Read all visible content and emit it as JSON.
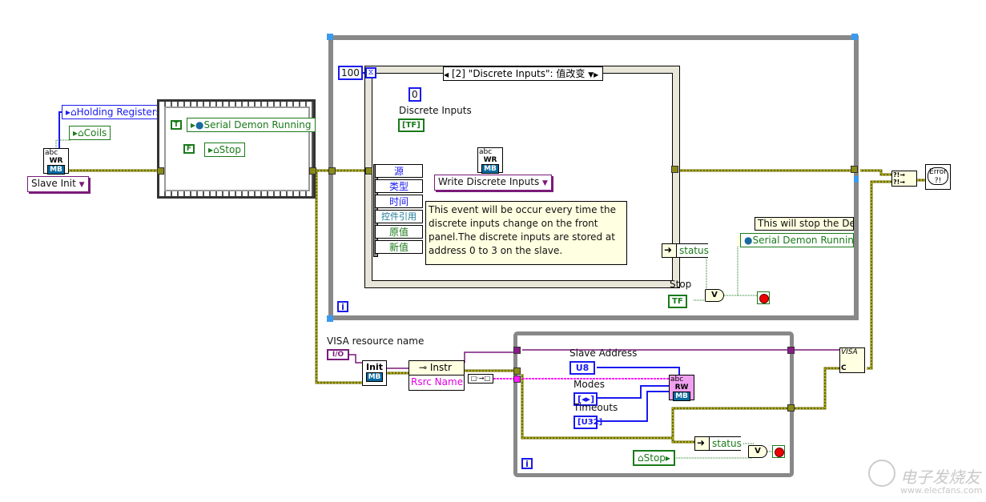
{
  "diagram": {
    "left": {
      "holding_registers": "Holding Registers",
      "coils": "Coils",
      "slave_init_ring": "Slave Init",
      "write_vi": {
        "top": "abc",
        "mid": "WR",
        "badge": "MB"
      }
    },
    "flat_sequence": {
      "true_const": "T",
      "false_const": "F",
      "serial_demon_running": "Serial Demon Running",
      "stop": "Stop"
    },
    "event_loop": {
      "timeout_const": "100",
      "case_selector": "[2] \"Discrete Inputs\": 值改变",
      "index_const": "0",
      "discrete_inputs_label": "Discrete Inputs",
      "discrete_inputs_terminal": "[TF]",
      "event_data_fields": [
        "源",
        "类型",
        "时间",
        "控件引用",
        "原值",
        "新值"
      ],
      "write_ring": "Write Discrete Inputs",
      "comment": "This event will be occur every time the discrete inputs change on the front panel.The discrete inputs are stored at address 0 to 3 on the slave.",
      "status": "status",
      "stop_label": "Stop",
      "stop_terminal": "TF",
      "or_gate": "V",
      "stop_comment": "This will stop the Demon",
      "serial_demon_running": "Serial Demon Running",
      "iteration": "i"
    },
    "visa": {
      "resource_label": "VISA resource name",
      "resource_terminal": "I/O",
      "init_vi": {
        "label": "Init",
        "badge": "MB"
      },
      "property_node": {
        "class": "Instr",
        "property": "Rsrc Name"
      },
      "close_vi": {
        "label": "VISA",
        "c": "C"
      }
    },
    "slave_loop": {
      "slave_address_label": "Slave Address",
      "slave_address_terminal": "U8",
      "modes_label": "Modes",
      "modes_terminal": "[◂▸]",
      "timeouts_label": "Timeouts",
      "timeouts_terminal": "[U32]",
      "rw_vi": {
        "top": "abc",
        "mid": "RW",
        "badge": "MB"
      },
      "status": "status",
      "stop": "Stop",
      "or_gate": "V",
      "iteration": "i"
    },
    "error": {
      "merge": "?!",
      "handler": "Error ?!"
    },
    "watermark": {
      "brand": "电子发烧友",
      "url": "www.elecfans.com"
    }
  }
}
